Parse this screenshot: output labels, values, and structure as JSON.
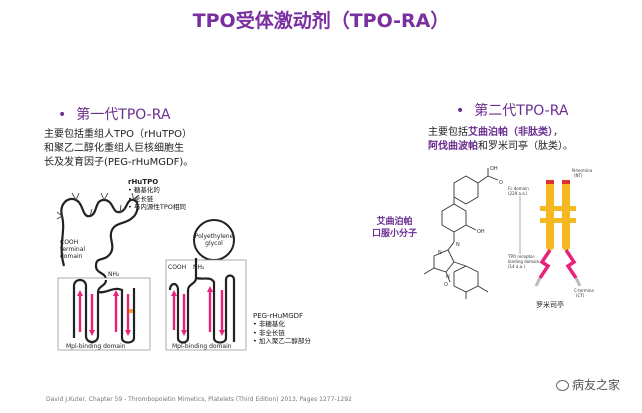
{
  "title": "TPO受体激动剂（TPO-RA）",
  "gen1": {
    "heading": "第一代TPO-RA",
    "desc_lines": [
      "主要包括重组人TPO（rHuTPO）",
      "和聚乙二醇化重组人巨核细胞生",
      "长及发育因子(PEG-rHuMGDF)。"
    ],
    "rhutpo": {
      "title": "rHuTPO",
      "items": [
        "糖基化的",
        "全长链",
        "与内源性TPO相同"
      ],
      "cooh": [
        "COOH",
        "terminal",
        "domain"
      ],
      "nh2": "NH₂",
      "domain": "Mpl-binding domain"
    },
    "peg": {
      "title": "PEG-rHuMGDF",
      "items": [
        "非糖基化",
        "非全长链",
        "加入聚乙二醇部分"
      ],
      "glycol": [
        "Polyethylene",
        "glycol"
      ],
      "cooh": "COOH",
      "nh2": "NH₂",
      "domain": "Mpl-binding domain"
    }
  },
  "gen2": {
    "heading": "第二代TPO-RA",
    "desc_line1_pre": "主要包括",
    "desc_line1_hl": "艾曲泊帕（非肽类）",
    "desc_line1_post": "，",
    "desc_line2_hl": "阿伐曲波帕",
    "desc_line2_post": "和罗米司亭（肽类）。",
    "eltrombopag_label": [
      "艾曲泊帕",
      "口服小分子"
    ],
    "molecule_atoms": [
      "OH",
      "O",
      "OH",
      "N",
      "N",
      "N",
      "O"
    ],
    "romiplostim_label": "罗米司亭",
    "fc_labels": [
      "N-termina",
      "(NT)",
      "Fc domain",
      "(229 a.a.)",
      "TPO receptor-",
      "binding domain",
      "(14 a.a.)",
      "C-termina",
      "(CT)"
    ]
  },
  "footer": "David J.Kuter, Chapter 59 - Thrombopoietin Mimetics, Platelets (Third Edition) 2013, Pages 1277-1292",
  "watermark": "病友之家",
  "colors": {
    "title": "#7a2fa0",
    "heading": "#6a2d8f",
    "helix": "#e8227a",
    "orange": "#f5a21e",
    "red": "#e03030"
  }
}
